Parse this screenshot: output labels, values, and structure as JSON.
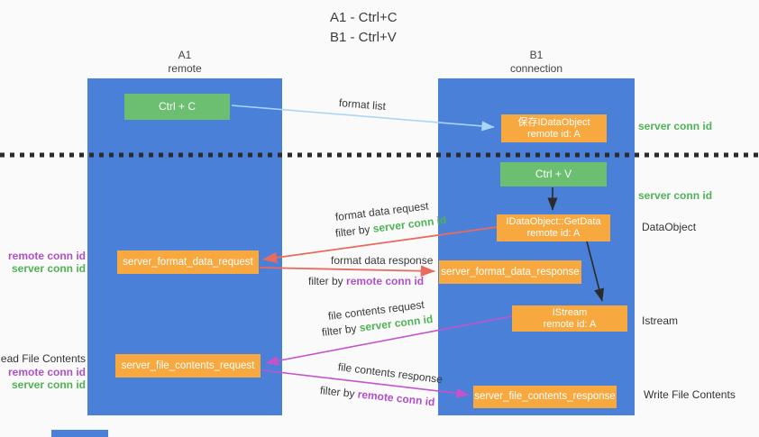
{
  "title": {
    "line1": "A1 - Ctrl+C",
    "line2": "B1 - Ctrl+V"
  },
  "lanes": {
    "left": {
      "name": "A1",
      "subtitle": "remote"
    },
    "right": {
      "name": "B1",
      "subtitle": "connection"
    }
  },
  "nodes": {
    "ctrl_c": {
      "label": "Ctrl + C"
    },
    "save_dataobject": {
      "line1": "保存IDataObject",
      "line2": "remote id: A"
    },
    "ctrl_v": {
      "label": "Ctrl + V"
    },
    "getdata": {
      "line1": "IDataObject::GetData",
      "line2": "remote id: A"
    },
    "format_request": {
      "label": "server_format_data_request"
    },
    "format_response": {
      "label": "server_format_data_response"
    },
    "istream": {
      "line1": "IStream",
      "line2": "remote id: A"
    },
    "file_request": {
      "label": "server_file_contents_request"
    },
    "file_response": {
      "label": "server_file_contents_response"
    }
  },
  "arrow_labels": {
    "format_list": "format list",
    "format_data_request": "format data request",
    "format_data_response": "format data response",
    "file_contents_request": "file contents request",
    "file_contents_response": "file contents response",
    "filter_by": "filter by",
    "server_conn_id": "server conn id",
    "remote_conn_id": "remote conn id"
  },
  "side_labels": {
    "server_conn_id": "server conn id",
    "remote_conn_id": "remote conn id",
    "dataobject": "DataObject",
    "istream": "Istream",
    "read_file_contents": "Read File Contents",
    "write_file_contents": "Write File Contents"
  },
  "colors": {
    "lane_blue": "#4a80d8",
    "key_green": "#6cbf70",
    "message_orange": "#f7a940",
    "server_conn_green": "#4fb356",
    "remote_conn_purple": "#b050c8",
    "format_arrow_red": "#e96a5e",
    "file_arrow_magenta": "#c553cb",
    "format_list_arrow_blue": "#a8d6f4",
    "plain_arrow_black": "#2b2b2b"
  }
}
